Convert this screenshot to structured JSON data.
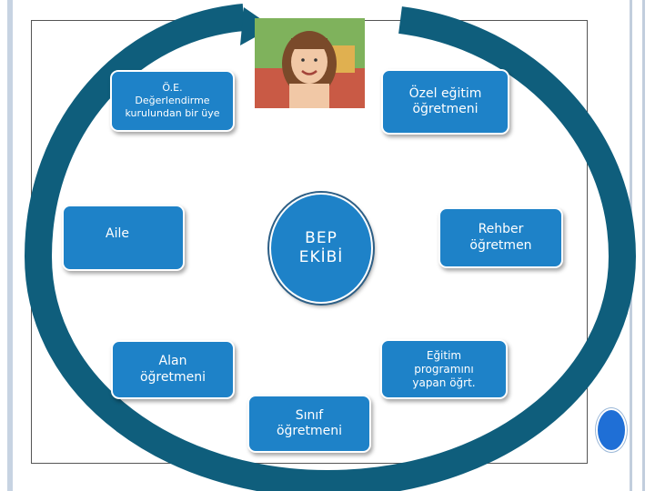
{
  "diagram": {
    "center_label": "BEP\nEKİBİ",
    "members": {
      "oe_member": "Ö.E.\nDeğerlendirme\nkurulundan bir üye",
      "special_ed": "Özel eğitim\nöğretmeni",
      "family": "Aile",
      "counselor": "Rehber\nöğretmen",
      "field_teacher": "Alan\nöğretmeni",
      "program_teacher": "Eğitim\nprogramını\nyapan öğrt.",
      "class_teacher": "Sınıf\nöğretmeni"
    },
    "photo": "smiling-child-photo"
  },
  "colors": {
    "ring": "#0f5e7c",
    "box": "#1e82c8",
    "box_text": "#ffffff",
    "accent_dot": "#1f6fd6"
  }
}
